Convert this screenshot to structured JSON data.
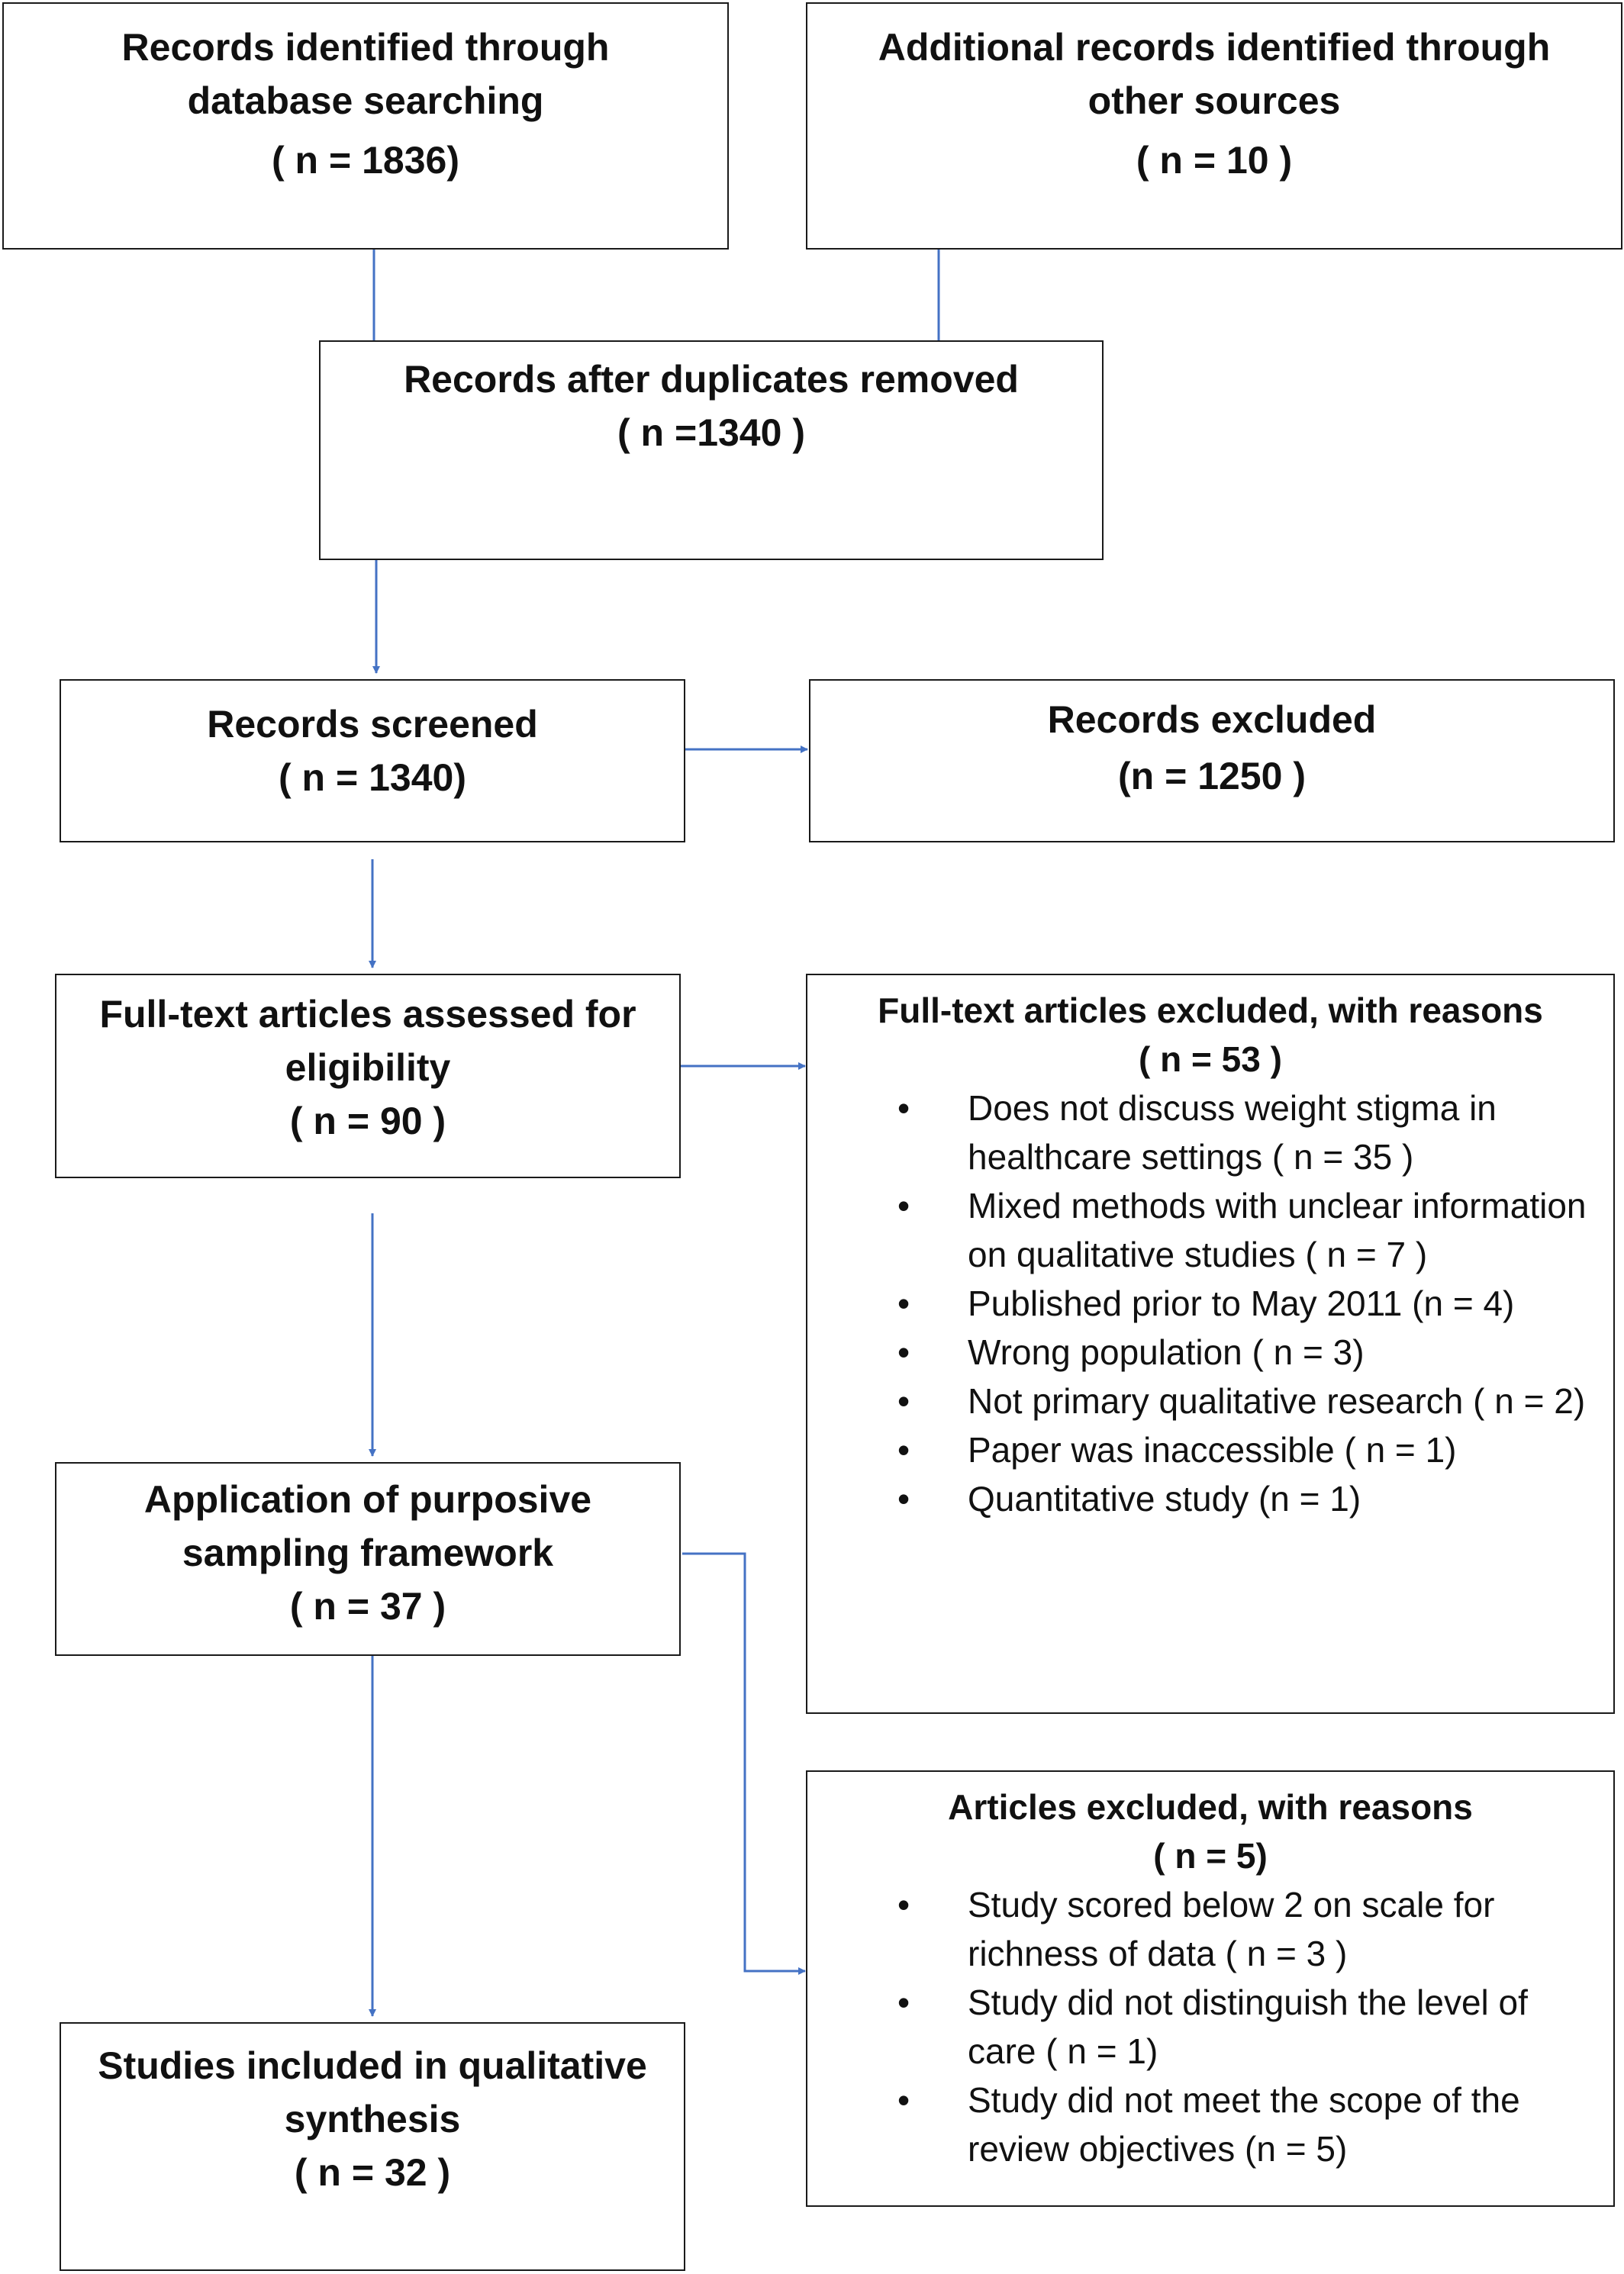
{
  "db_search": {
    "line1": "Records identified through",
    "line2": "database searching",
    "count": "( n = 1836)"
  },
  "other_sources": {
    "line1": "Additional records identified through",
    "line2": "other sources",
    "count": "( n = 10 )"
  },
  "dedup": {
    "line1": "Records after duplicates removed",
    "count": "( n =1340 )"
  },
  "screened": {
    "line1": "Records screened",
    "count": "( n = 1340)"
  },
  "excluded": {
    "line1": "Records excluded",
    "count": "(n = 1250 )"
  },
  "fulltext": {
    "line1": "Full-text articles assessed for",
    "line2": "eligibility",
    "count": "( n = 90 )"
  },
  "fulltext_excluded": {
    "title": "Full-text articles excluded, with reasons",
    "count": "( n = 53 )",
    "reasons": [
      "Does not discuss weight stigma in healthcare settings ( n = 35 )",
      "Mixed methods with unclear information on qualitative studies ( n = 7 )",
      "Published prior to May 2011 (n = 4)",
      "Wrong population ( n = 3)",
      "Not primary qualitative research ( n = 2)",
      "Paper was inaccessible ( n = 1)",
      "Quantitative study  (n = 1)"
    ]
  },
  "sampling": {
    "line1": "Application of purposive",
    "line2": "sampling framework",
    "count": "( n = 37 )"
  },
  "articles_excluded": {
    "title": "Articles excluded, with reasons",
    "count": "( n = 5)",
    "reasons": [
      "Study scored below 2 on scale for richness of data ( n = 3 )",
      "Study did not distinguish the level of care ( n = 1)",
      "Study did not meet the scope of the review objectives (n = 5)"
    ]
  },
  "included": {
    "line1": "Studies included in qualitative",
    "line2": "synthesis",
    "count": "( n = 32 )"
  },
  "colors": {
    "arrow": "#4472C4",
    "border": "#1a1a1a"
  }
}
